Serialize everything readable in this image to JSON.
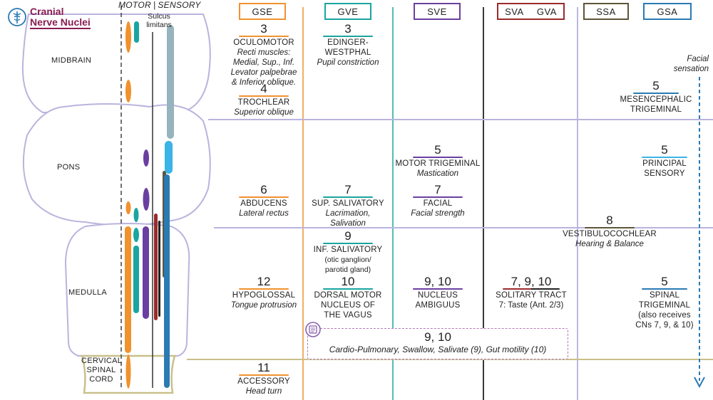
{
  "title": {
    "line1": "Cranial",
    "line2": "Nerve Nuclei"
  },
  "motor_label": "MOTOR",
  "sensory_label": "SENSORY",
  "sulcus_label": "Sulcus limitans",
  "regions": {
    "midbrain": "MIDBRAIN",
    "pons": "PONS",
    "medulla": "MEDULLA",
    "cervical": "CERVICAL SPINAL CORD"
  },
  "colors": {
    "gse": "#f0922e",
    "gve": "#1aa5a0",
    "sve": "#6b3fa0",
    "sva": "#9b2b2b",
    "gva": "#222222",
    "ssa": "#5c5538",
    "gsa": "#2a7ab4",
    "outline": "#b9b4de",
    "spinal": "#c9c08a",
    "title": "#8a1c52",
    "dashed_box": "#b07ab5"
  },
  "columns": {
    "gse": "GSE",
    "gve": "GVE",
    "sve": "SVE",
    "sva": "SVA",
    "gva": "GVA",
    "ssa": "SSA",
    "gsa": "GSA"
  },
  "gse": {
    "oculomotor": {
      "num": "3",
      "name": "OCULOMOTOR",
      "desc1": "Recti muscles:",
      "desc2": "Medial, Sup., Inf.",
      "desc3": "Levator palpebrae",
      "desc4": "& Inferior oblique."
    },
    "trochlear": {
      "num": "4",
      "name": "TROCHLEAR",
      "desc": "Superior oblique"
    },
    "abducens": {
      "num": "6",
      "name": "ABDUCENS",
      "desc": "Lateral rectus"
    },
    "hypoglossal": {
      "num": "12",
      "name": "HYPOGLOSSAL",
      "desc": "Tongue protrusion"
    },
    "accessory": {
      "num": "11",
      "name": "ACCESSORY",
      "desc": "Head turn"
    }
  },
  "gve": {
    "edinger": {
      "num": "3",
      "name": "EDINGER-WESTPHAL",
      "desc": "Pupil constriction"
    },
    "sup_salivatory": {
      "num": "7",
      "name": "SUP. SALIVATORY",
      "desc1": "Lacrimation,",
      "desc2": "Salivation"
    },
    "inf_salivatory": {
      "num": "9",
      "name": "INF. SALIVATORY",
      "note1": "(otic ganglion/",
      "note2": "parotid gland)"
    },
    "dorsal_motor": {
      "num": "10",
      "name1": "DORSAL MOTOR",
      "name2": "NUCLEUS OF",
      "name3": "THE VAGUS"
    }
  },
  "sve": {
    "motor_trigeminal": {
      "num": "5",
      "name": "MOTOR TRIGEMINAL",
      "desc": "Mastication"
    },
    "facial": {
      "num": "7",
      "name": "FACIAL",
      "desc": "Facial strength"
    },
    "ambiguus": {
      "num": "9, 10",
      "name1": "NUCLEUS",
      "name2": "AMBIGUUS"
    }
  },
  "svagva": {
    "solitary": {
      "num": "7, 9, 10",
      "name": "SOLITARY TRACT",
      "desc": "7: Taste (Ant. 2/3)"
    }
  },
  "ssa": {
    "vestibulo": {
      "num": "8",
      "name": "VESTIBULOCOCHLEAR",
      "desc": "Hearing & Balance"
    }
  },
  "gsa": {
    "facial_sensation1": "Facial",
    "facial_sensation2": "sensation",
    "mesencephalic": {
      "num": "5",
      "name1": "MESENCEPHALIC",
      "name2": "TRIGEMINAL"
    },
    "principal": {
      "num": "5",
      "name1": "PRINCIPAL",
      "name2": "SENSORY"
    },
    "spinal": {
      "num": "5",
      "name1": "SPINAL",
      "name2": "TRIGEMINAL",
      "note1": "(also receives",
      "note2": "CNs 7, 9, & 10)"
    }
  },
  "combined": {
    "num": "9, 10",
    "desc": "Cardio-Pulmonary, Swallow, Salivate (9), Gut motility (10)"
  }
}
